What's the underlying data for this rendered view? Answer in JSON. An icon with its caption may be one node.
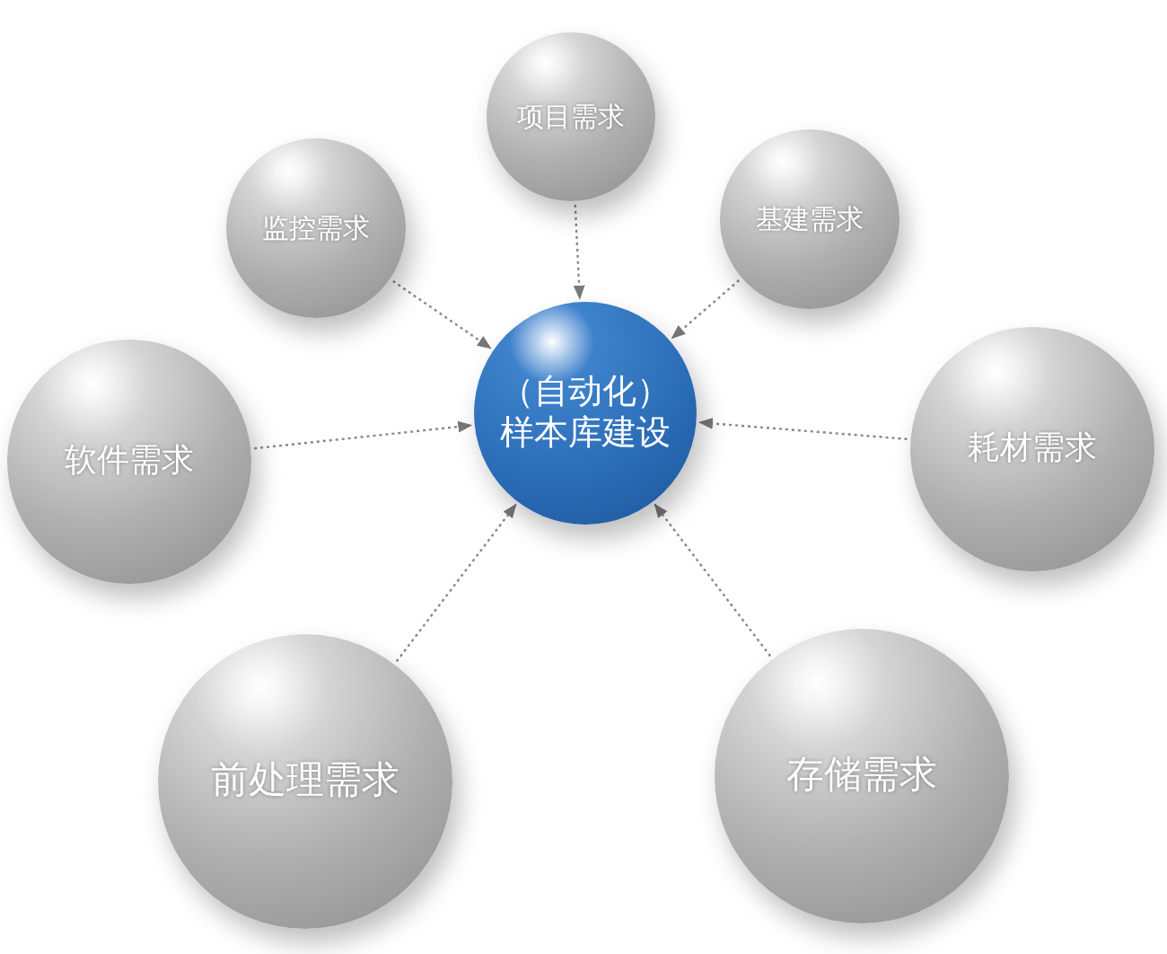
{
  "diagram": {
    "nodes": [
      {
        "text": [
          "（自动化）样本库建设"
        ]
      },
      {
        "text": [
          "项目需求"
        ]
      },
      {
        "text": [
          "监控需求"
        ]
      },
      {
        "text": [
          "基建需求"
        ]
      },
      {
        "text": [
          "软件需求"
        ]
      },
      {
        "text": [
          "耗材需求"
        ]
      },
      {
        "text": [
          "前处理需求"
        ]
      },
      {
        "text": [
          "存储需求"
        ]
      }
    ],
    "edges": [
      {
        "from": 1,
        "to": 0,
        "arrow": "to"
      },
      {
        "from": 2,
        "to": 0,
        "arrow": "to"
      },
      {
        "from": 3,
        "to": 0,
        "arrow": "to"
      },
      {
        "from": 4,
        "to": 0,
        "arrow": "to"
      },
      {
        "from": 5,
        "to": 0,
        "arrow": "to"
      },
      {
        "from": 6,
        "to": 0,
        "arrow": "to"
      },
      {
        "from": 7,
        "to": 0,
        "arrow": "to"
      }
    ]
  }
}
